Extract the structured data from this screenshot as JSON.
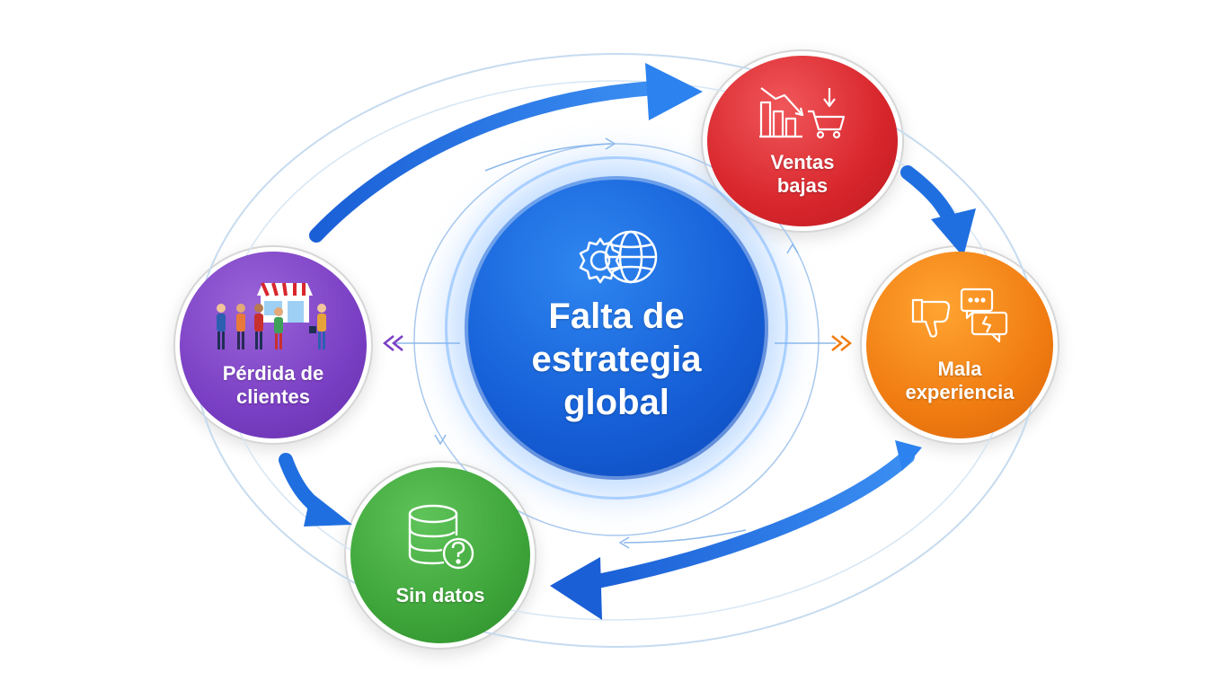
{
  "center": {
    "label": "Falta de\nestrategia\nglobal",
    "icon": "gear-globe-icon"
  },
  "nodes": {
    "ventas": {
      "label": "Ventas\nbajas",
      "icon": "declining-chart-cart-icon",
      "color": "#d8262c"
    },
    "mala": {
      "label": "Mala\nexperiencia",
      "icon": "thumbs-down-chat-icon",
      "color": "#f07c12"
    },
    "perdida": {
      "label": "Pérdida de\nclientes",
      "icon": "people-leaving-store-icon",
      "color": "#7a3fc4"
    },
    "sin": {
      "label": "Sin datos",
      "icon": "database-question-icon",
      "color": "#3ea53a"
    }
  },
  "colors": {
    "arrow": "#1c6fe0",
    "orbit": "#b9d3ee"
  }
}
